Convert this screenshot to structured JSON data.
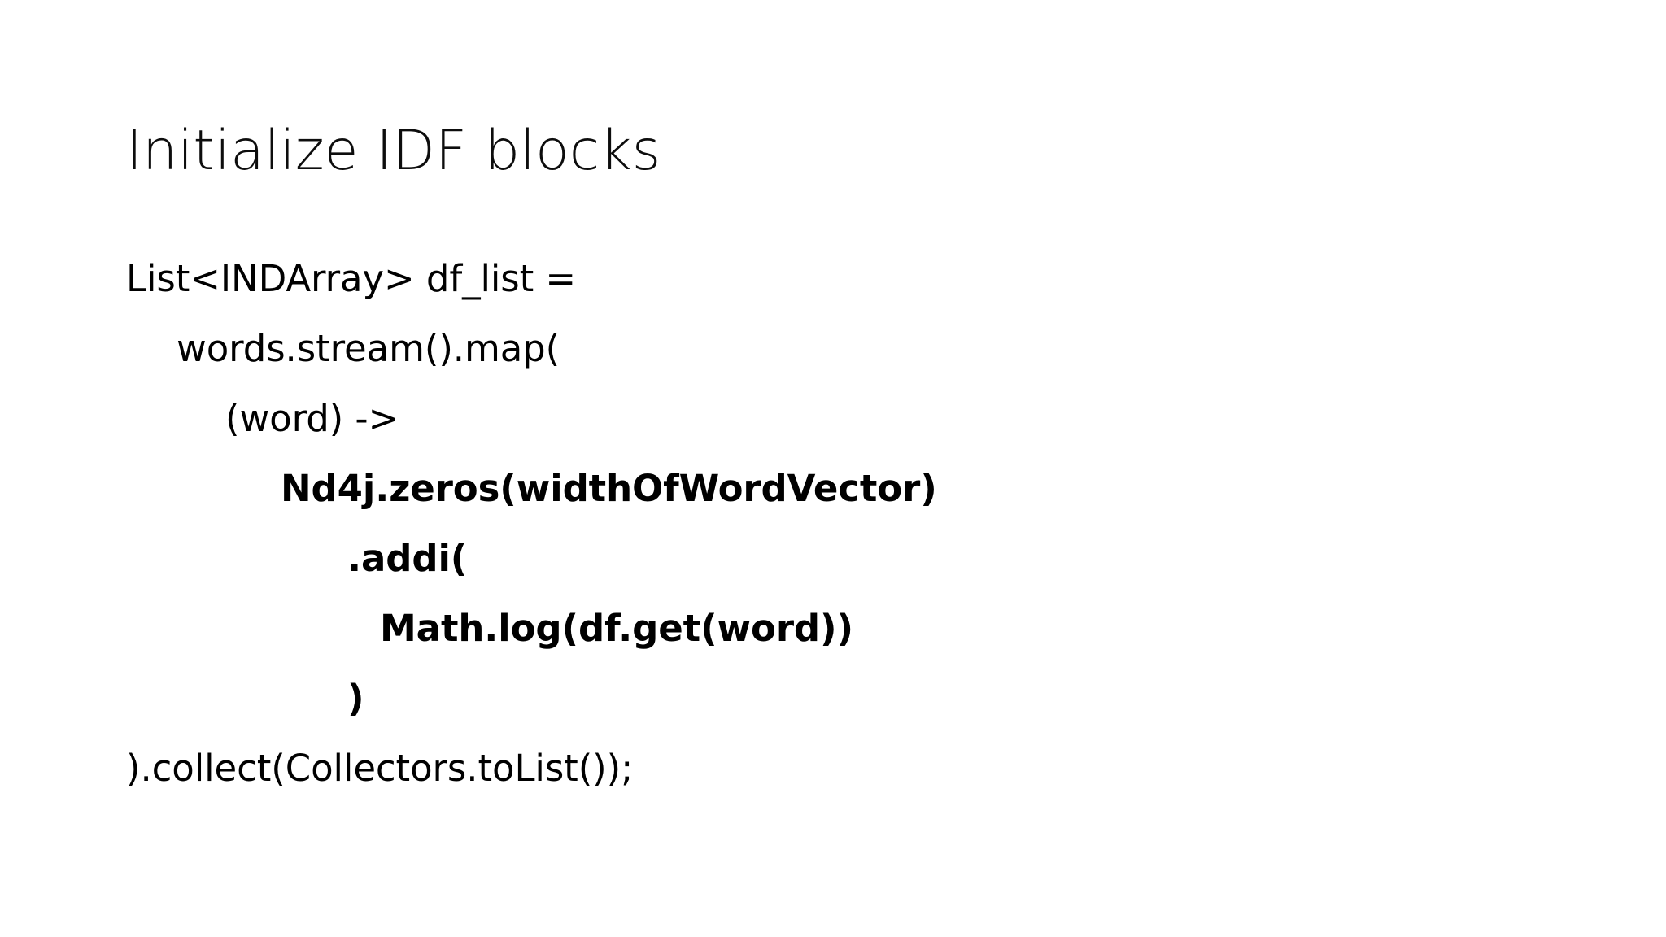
{
  "slide": {
    "title": "Initialize IDF blocks",
    "background_color": "#ffffff",
    "text_color": "#000000",
    "code_lines": [
      {
        "text": "List<INDArray> df_list =",
        "indent": 0,
        "bold": false
      },
      {
        "text": "words.stream().map(",
        "indent": 1,
        "bold": false
      },
      {
        "text": "(word) ->",
        "indent": 2,
        "bold": false
      },
      {
        "text": "Nd4j.zeros(widthOfWordVector)",
        "indent": 3,
        "bold": true
      },
      {
        "text": ".addi(",
        "indent": 4,
        "bold": true
      },
      {
        "text": "Math.log(df.get(word))",
        "indent": 5,
        "bold": true
      },
      {
        "text": ")",
        "indent": 4,
        "bold": true
      },
      {
        "text": ").collect(Collectors.toList());",
        "indent": 0,
        "bold": false
      }
    ]
  }
}
